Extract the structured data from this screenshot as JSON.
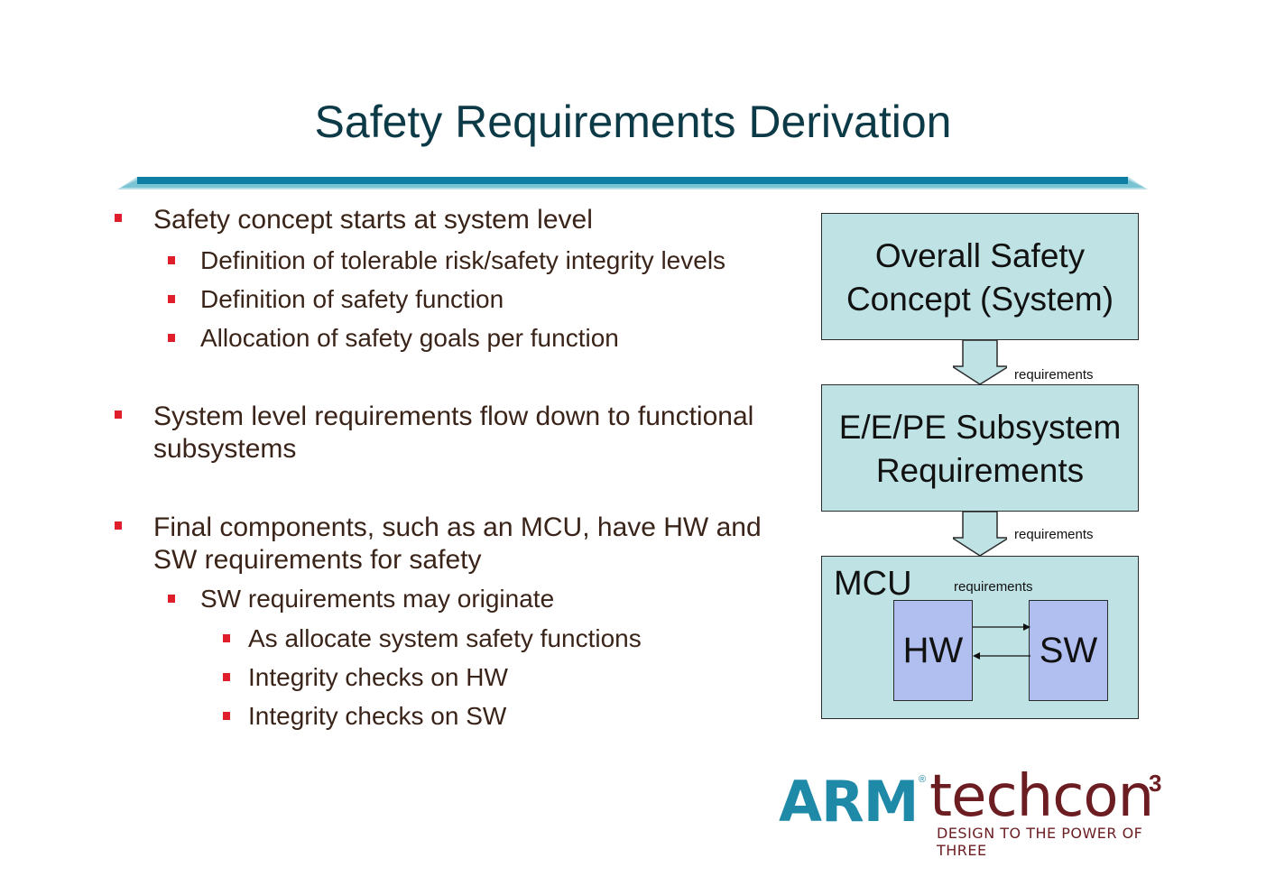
{
  "slide": {
    "title": "Safety Requirements Derivation"
  },
  "bullets": [
    {
      "level": 1,
      "text": "Safety concept starts at system level"
    },
    {
      "level": 2,
      "text": "Definition of tolerable risk/safety integrity levels"
    },
    {
      "level": 2,
      "text": "Definition of safety function"
    },
    {
      "level": 2,
      "text": "Allocation of safety goals per function"
    },
    {
      "level": 1,
      "text_line1": "System level requirements flow down to functional",
      "text_line2": "subsystems"
    },
    {
      "level": 1,
      "text_line1": "Final components, such as an MCU, have HW and",
      "text_line2": "SW requirements for safety"
    },
    {
      "level": 2,
      "text": "SW requirements may originate"
    },
    {
      "level": 3,
      "text": "As allocate system safety functions"
    },
    {
      "level": 3,
      "text": "Integrity checks on HW"
    },
    {
      "level": 3,
      "text": "Integrity checks on SW"
    }
  ],
  "diagram": {
    "box1_line1": "Overall Safety",
    "box1_line2": "Concept (System)",
    "arrow1_label": "requirements",
    "box2_line1": "E/E/PE Subsystem",
    "box2_line2": "Requirements",
    "arrow2_label": "requirements",
    "mcu_label": "MCU",
    "mcu_arrow_label": "requirements",
    "hw_label": "HW",
    "sw_label": "SW"
  },
  "logo": {
    "brand": "ARM",
    "registered": "®",
    "event": "techcon",
    "superscript": "3",
    "tagline": "DESIGN TO THE POWER OF THREE"
  },
  "colors": {
    "title": "#0d3a47",
    "bullet_marker": "#e01e2b",
    "body_text": "#3a2419",
    "box_fill": "#bfe3e5",
    "inner_box_fill": "#b0bff0",
    "rule": "#0e7ea3",
    "logo_arm": "#1f8aa8",
    "logo_techcon": "#6b1d22"
  }
}
